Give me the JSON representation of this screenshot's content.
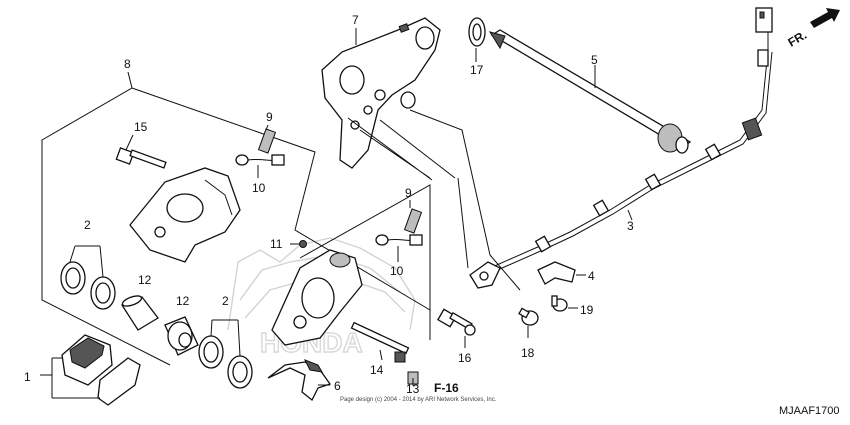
{
  "diagram": {
    "callouts": {
      "c1": "1",
      "c2a": "2",
      "c2b": "2",
      "c3": "3",
      "c4": "4",
      "c5": "5",
      "c6": "6",
      "c7": "7",
      "c8": "8",
      "c9a": "9",
      "c9b": "9",
      "c10a": "10",
      "c10b": "10",
      "c11": "11",
      "c12a": "12",
      "c12b": "12",
      "c13": "13",
      "c14": "14",
      "c15": "15",
      "c16": "16",
      "c17": "17",
      "c18": "18",
      "c19": "19"
    },
    "reference_label": "F-16",
    "direction_label": "FR.",
    "diagram_code": "MJAAF1700",
    "copyright": "Page design (c) 2004 - 2014 by ARI Network Services, Inc.",
    "watermark_text": "HONDA"
  }
}
